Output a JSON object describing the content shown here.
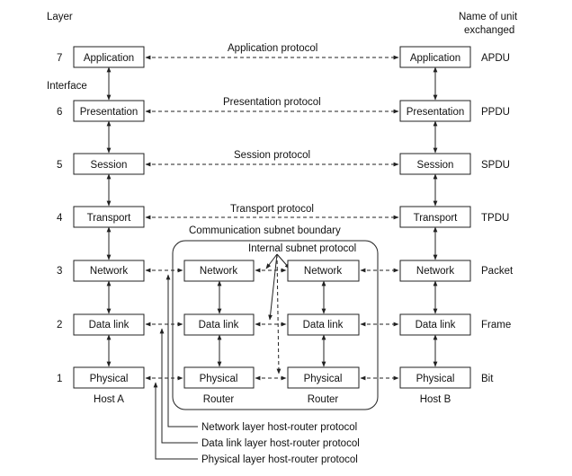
{
  "header": {
    "layer_label": "Layer",
    "unit_label_line1": "Name of unit",
    "unit_label_line2": "exchanged",
    "interface_label": "Interface"
  },
  "layers": [
    {
      "num": "7",
      "name": "Application",
      "protocol": "Application protocol",
      "unit": "APDU"
    },
    {
      "num": "6",
      "name": "Presentation",
      "protocol": "Presentation protocol",
      "unit": "PPDU"
    },
    {
      "num": "5",
      "name": "Session",
      "protocol": "Session protocol",
      "unit": "SPDU"
    },
    {
      "num": "4",
      "name": "Transport",
      "protocol": "Transport protocol",
      "unit": "TPDU"
    },
    {
      "num": "3",
      "name": "Network",
      "protocol": "",
      "unit": "Packet"
    },
    {
      "num": "2",
      "name": "Data link",
      "protocol": "",
      "unit": "Frame"
    },
    {
      "num": "1",
      "name": "Physical",
      "protocol": "",
      "unit": "Bit"
    }
  ],
  "subnet": {
    "boundary_label": "Communication subnet boundary",
    "internal_protocol_label": "Internal subnet protocol",
    "router_label": "Router",
    "router_layers": [
      "Network",
      "Data link",
      "Physical"
    ]
  },
  "hosts": {
    "host_a": "Host A",
    "host_b": "Host B"
  },
  "legend": {
    "network": "Network layer host-router protocol",
    "datalink": "Data link layer host-router protocol",
    "physical": "Physical layer host-router protocol"
  }
}
